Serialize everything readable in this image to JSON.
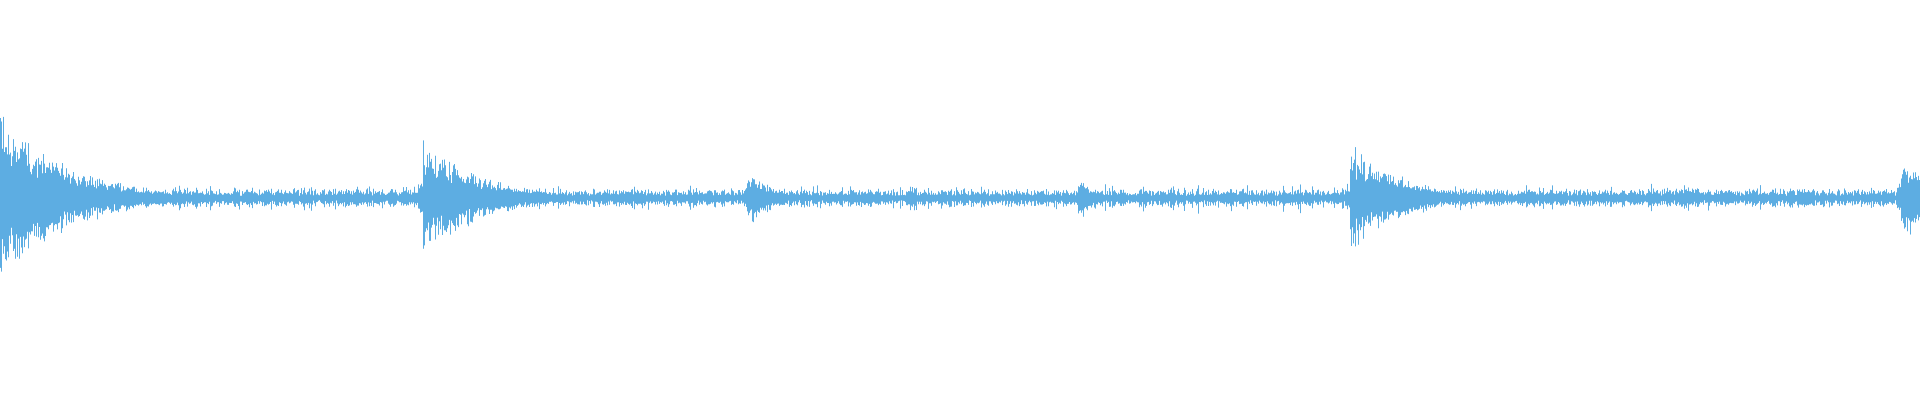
{
  "waveform": {
    "color": "#5DADE2",
    "background": "#FFFFFF",
    "baseline_amplitude": 0.035,
    "noise_amplitude": 0.02,
    "onsets": [
      {
        "time_fraction": 0.0,
        "peak_amplitude": 0.48,
        "decay": 0.035
      },
      {
        "time_fraction": 0.22,
        "peak_amplitude": 0.32,
        "decay": 0.03
      },
      {
        "time_fraction": 0.389,
        "peak_amplitude": 0.18,
        "decay": 0.012
      },
      {
        "time_fraction": 0.561,
        "peak_amplitude": 0.13,
        "decay": 0.01
      },
      {
        "time_fraction": 0.703,
        "peak_amplitude": 0.29,
        "decay": 0.028
      },
      {
        "time_fraction": 0.877,
        "peak_amplitude": 0.09,
        "decay": 0.01
      },
      {
        "time_fraction": 0.99,
        "peak_amplitude": 0.26,
        "decay": 0.015
      }
    ]
  }
}
